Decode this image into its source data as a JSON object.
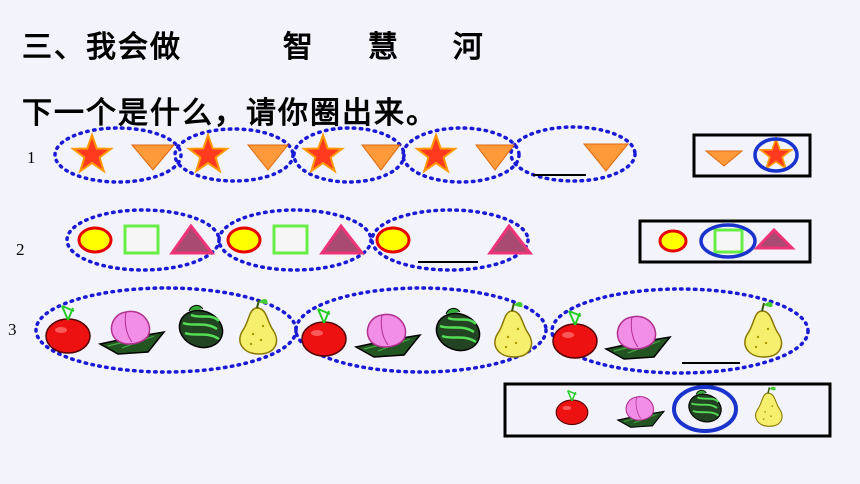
{
  "heading": {
    "section": "三、我会做",
    "title_chars": [
      "智",
      "慧",
      "河"
    ]
  },
  "instruction": "下一个是什么，请你圈出来。",
  "rows": [
    {
      "number": "1",
      "blank": "____"
    },
    {
      "number": "2",
      "blank": "____"
    },
    {
      "number": "3",
      "blank": "____"
    }
  ],
  "colors": {
    "star_fill": "#ff3a1f",
    "star_stroke": "#ff9900",
    "triangle": "#ff9a3a",
    "circle_fill": "#ffff00",
    "circle_stroke": "#e60000",
    "square_stroke": "#66ee44",
    "pink_triangle_fill": "#a84a72",
    "pink_triangle_stroke": "#ee3377",
    "dotted_oval": "#1a1ad6",
    "answer_circle": "#1a33cc"
  }
}
